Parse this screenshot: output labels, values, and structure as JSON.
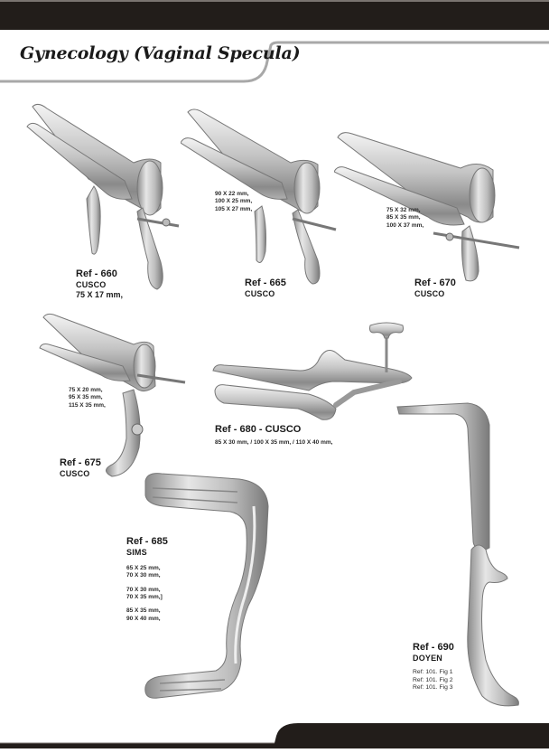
{
  "page": {
    "title": "Gynecology (Vaginal Specula)",
    "colors": {
      "bar": "#221d1a",
      "tab_outline": "#a8a8a8",
      "text": "#1a1a1a",
      "metal_light": "#e8e8e8",
      "metal_mid": "#b8b8b8",
      "metal_dark": "#7c7c7c"
    }
  },
  "products": [
    {
      "ref": "Ref - 660",
      "type": "CUSCO",
      "size": "75 X 17 mm,",
      "image_icon": "cusco-speculum-icon"
    },
    {
      "ref": "Ref - 665",
      "type": "CUSCO",
      "sizes": [
        "90 X 22 mm,",
        "100 X 25 mm,",
        "105 X 27 mm,"
      ],
      "image_icon": "cusco-speculum-icon"
    },
    {
      "ref": "Ref - 670",
      "type": "CUSCO",
      "sizes": [
        "75 X 32 mm,",
        "85 X 35 mm,",
        "100 X 37 mm,"
      ],
      "image_icon": "cusco-speculum-icon"
    },
    {
      "ref": "Ref - 675",
      "type": "CUSCO",
      "sizes": [
        "75 X 20 mm,",
        "95 X 35 mm,",
        "115 X 35 mm,"
      ],
      "image_icon": "cusco-speculum-icon"
    },
    {
      "ref": "Ref - 680 - CUSCO",
      "sizes_line": "85 X 30 mm, / 100 X 35 mm, / 110 X 40 mm,",
      "image_icon": "cusco-speculum-icon"
    },
    {
      "ref": "Ref - 685",
      "type": "SIMS",
      "size_groups": [
        [
          "65 X 25 mm,",
          "70 X 30 mm,"
        ],
        [
          "70 X 30 mm,",
          "70 X 35 mm,]"
        ],
        [
          "85 X 35 mm,",
          "90 X 40 mm,"
        ]
      ],
      "image_icon": "sims-speculum-icon"
    },
    {
      "ref": "Ref - 690",
      "type": "DOYEN",
      "figures": [
        "Ref: 101. Fig 1",
        "Ref: 101. Fig 2",
        "Ref: 101. Fig 3"
      ],
      "image_icon": "doyen-retractor-icon"
    }
  ]
}
